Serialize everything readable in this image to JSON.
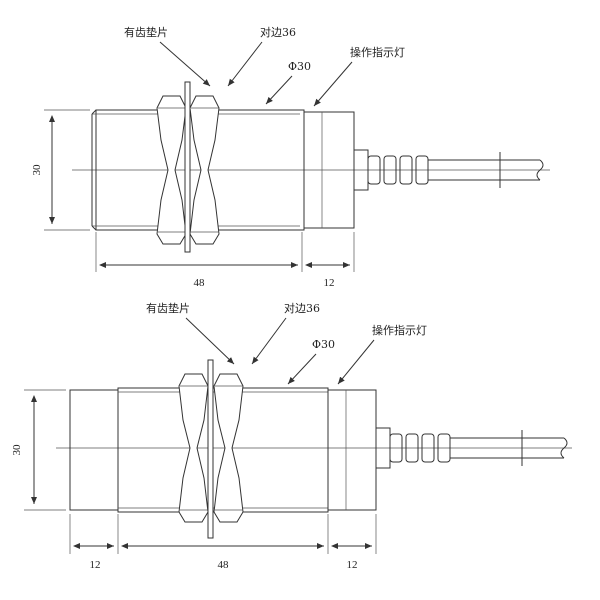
{
  "labels": {
    "toothed_washer": "有齿垫片",
    "across_flats": "对边36",
    "diameter": "Φ30",
    "indicator_light": "操作指示灯"
  },
  "dimensions": {
    "height": "30",
    "body_length": "48",
    "cap_length": "12",
    "front_length": "12"
  },
  "colors": {
    "line": "#333333",
    "background": "#ffffff"
  }
}
